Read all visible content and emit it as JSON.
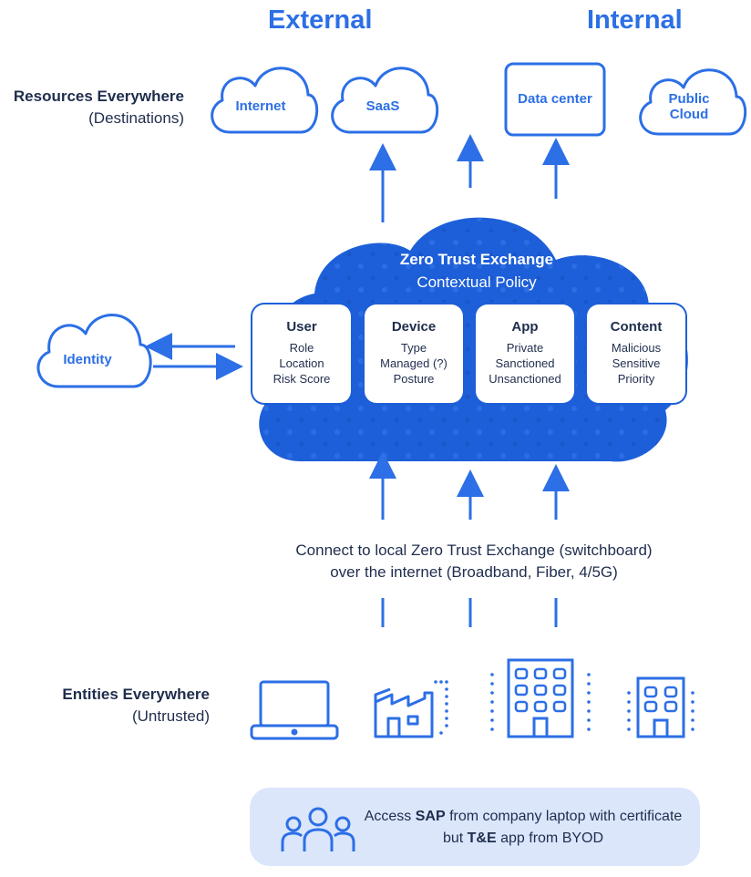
{
  "headings": {
    "external": "External",
    "internal": "Internal"
  },
  "resources": {
    "title": "Resources Everywhere",
    "subtitle": "(Destinations)",
    "items": [
      {
        "label": "Internet",
        "icon": "cloud-icon"
      },
      {
        "label": "SaaS",
        "icon": "cloud-icon"
      },
      {
        "label": "Data center",
        "icon": "rectangle-icon"
      },
      {
        "label_line1": "Public",
        "label_line2": "Cloud",
        "icon": "cloud-icon"
      }
    ]
  },
  "identity": {
    "label": "Identity"
  },
  "zte": {
    "title": "Zero Trust Exchange",
    "subtitle": "Contextual Policy",
    "policies": [
      {
        "title": "User",
        "items": [
          "Role",
          "Location",
          "Risk Score"
        ]
      },
      {
        "title": "Device",
        "items": [
          "Type",
          "Managed (?)",
          "Posture"
        ]
      },
      {
        "title": "App",
        "items": [
          "Private",
          "Sanctioned",
          "Unsanctioned"
        ]
      },
      {
        "title": "Content",
        "items": [
          "Malicious",
          "Sensitive",
          "Priority"
        ]
      }
    ]
  },
  "connect": {
    "line1": "Connect to local Zero Trust Exchange (switchboard)",
    "line2": "over the internet (Broadband, Fiber, 4/5G)"
  },
  "entities": {
    "title": "Entities Everywhere",
    "subtitle": "(Untrusted)",
    "icons": [
      "laptop-icon",
      "factory-icon",
      "office-building-icon",
      "branch-building-icon"
    ]
  },
  "footer": {
    "icon": "users-group-icon",
    "part1": "Access ",
    "bold1": "SAP",
    "part2": " from company laptop with certificate but ",
    "bold2": "T&E",
    "part3": " app from BYOD"
  },
  "colors": {
    "accent": "#2c6fe6",
    "cloud": "#1d5fd8",
    "text": "#1f2d4d",
    "footer_bg": "#dbe6fb"
  }
}
